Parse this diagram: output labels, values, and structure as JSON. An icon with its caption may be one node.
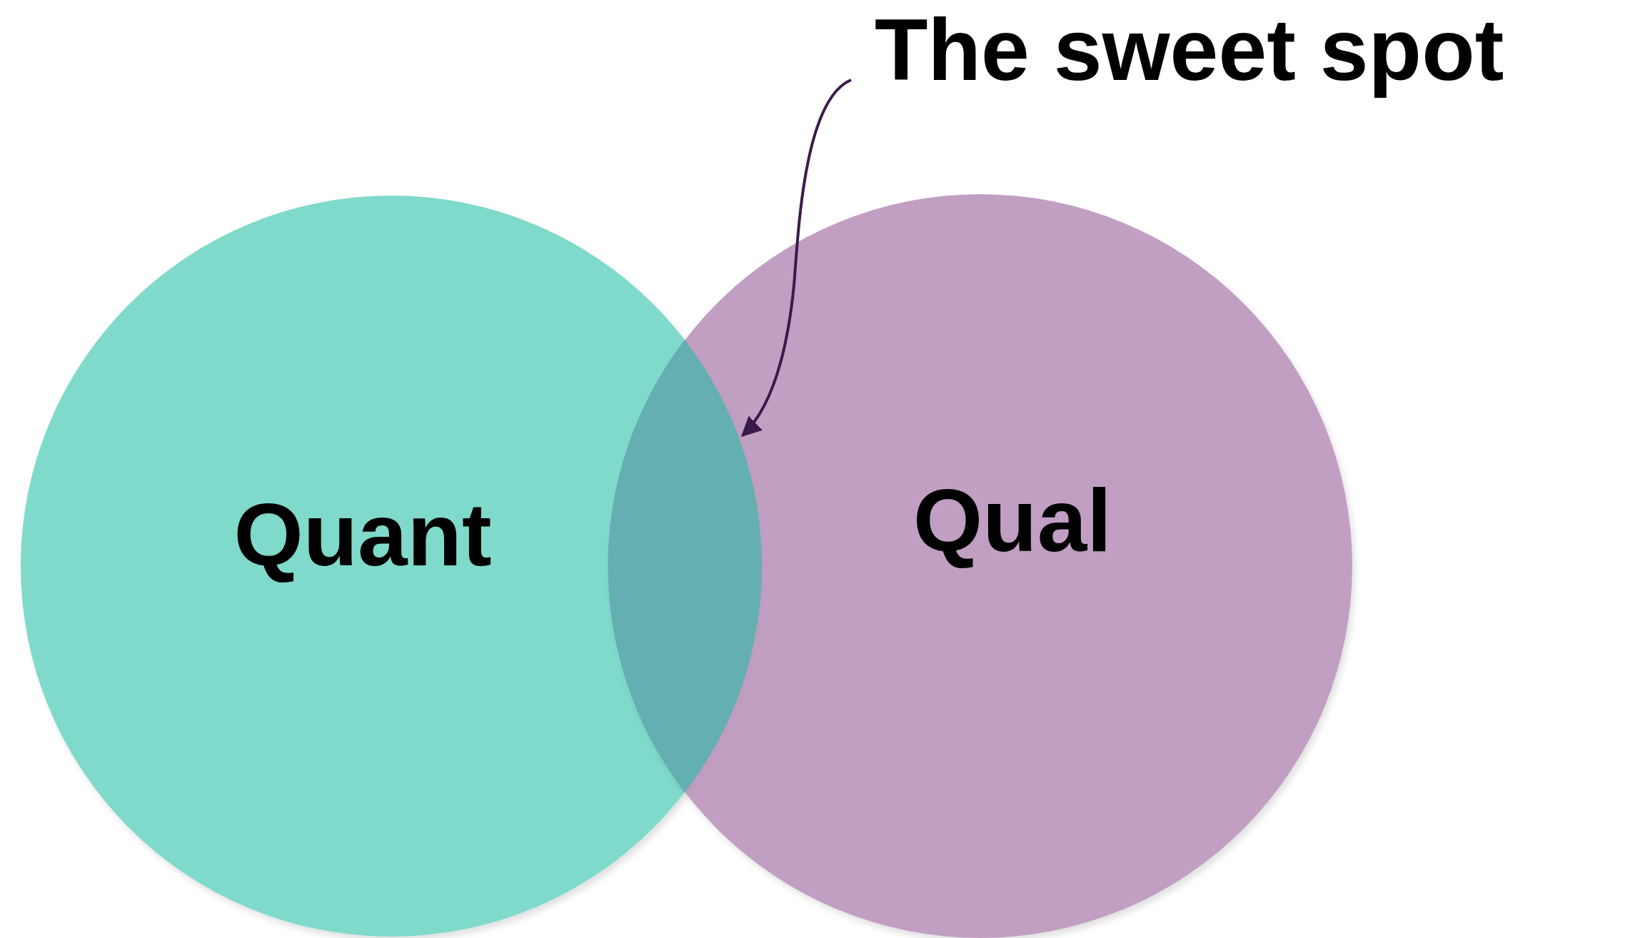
{
  "diagram": {
    "nodes": [
      {
        "text": [
          "The sweet spot"
        ]
      },
      {
        "text": [
          "Quant"
        ]
      },
      {
        "text": [
          "Qual"
        ]
      },
      {
        "text": [],
        "shape": "lens"
      }
    ],
    "edges": [
      {
        "from": 0,
        "to": 3,
        "arrow": "to"
      }
    ]
  }
}
